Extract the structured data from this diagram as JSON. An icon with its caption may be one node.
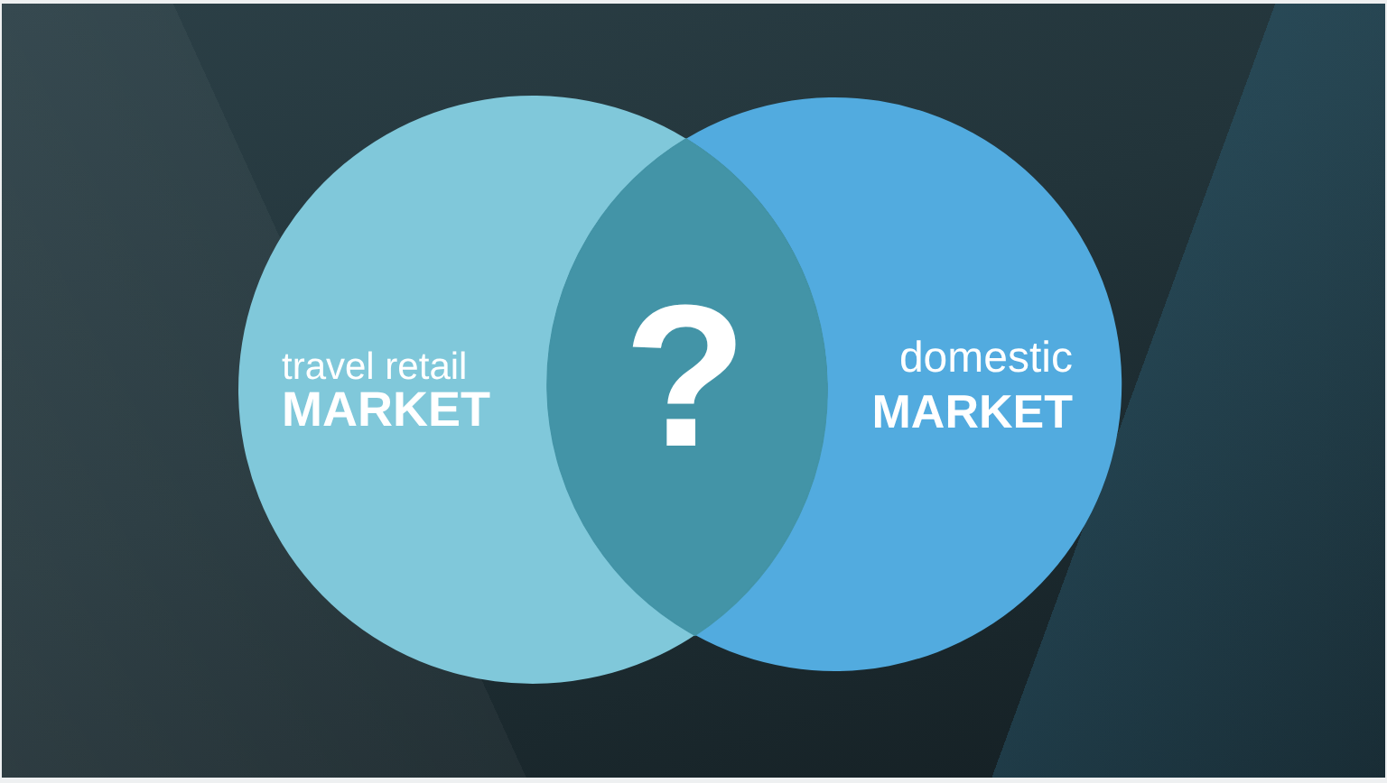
{
  "diagram": {
    "nodes": [
      {
        "text": [
          "travel retail",
          "MARKET"
        ]
      },
      {
        "text": [
          "domestic",
          "MARKET"
        ]
      },
      {
        "text": [
          "?"
        ]
      }
    ]
  }
}
